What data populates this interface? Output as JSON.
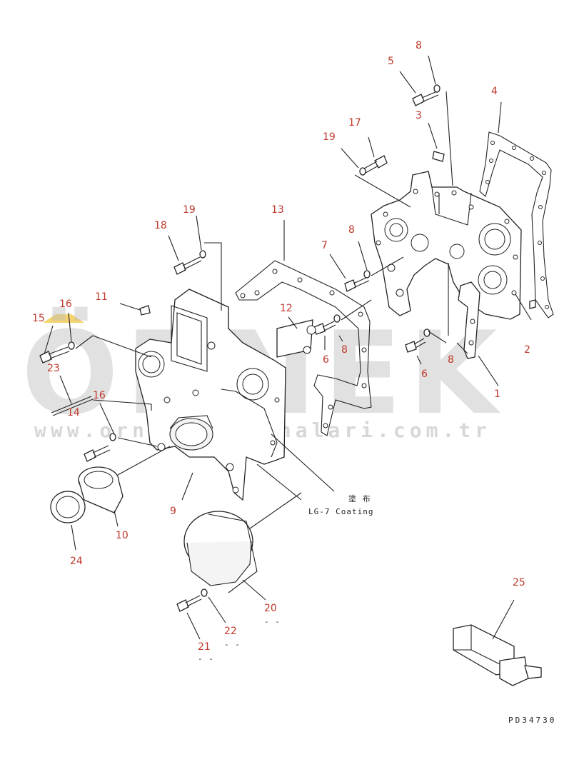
{
  "watermark": {
    "brand": "ÖRNEK",
    "url": "www.ornekismakinalari.com.tr",
    "accent_color": "#f2c94c"
  },
  "callouts": [
    "1",
    "2",
    "3",
    "4",
    "5",
    "6",
    "6",
    "6",
    "7",
    "8",
    "8",
    "8",
    "8",
    "9",
    "10",
    "11",
    "12",
    "13",
    "14",
    "15",
    "16",
    "16",
    "17",
    "18",
    "19",
    "19",
    "20",
    "21",
    "22",
    "23",
    "24",
    "25"
  ],
  "note": {
    "jp": "塗 布",
    "en": "LG-7 Coating"
  },
  "marks": {
    "m20": "- -",
    "m22": "- -",
    "m21": "- -"
  },
  "drawing_code": "PD34730"
}
